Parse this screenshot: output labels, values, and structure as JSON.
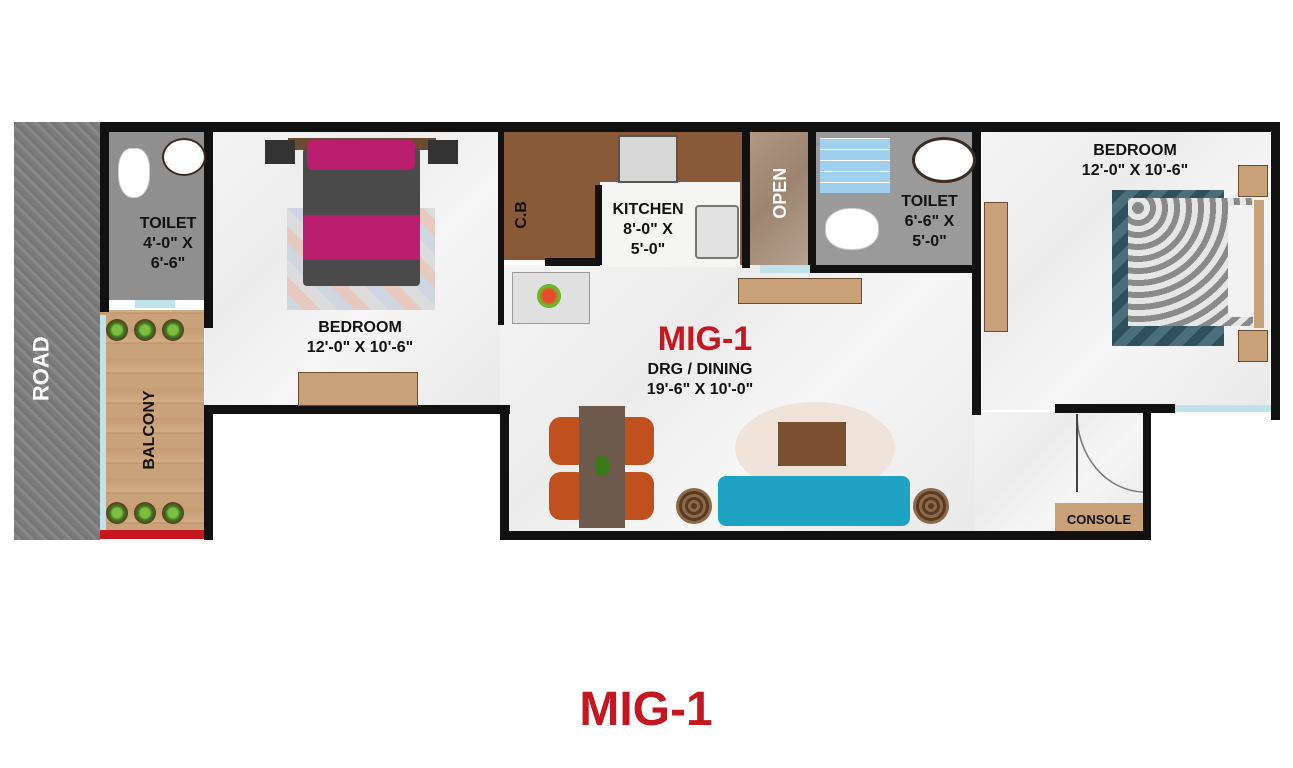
{
  "plan": {
    "road": "ROAD",
    "balcony": "BALCONY",
    "toilet_left": {
      "name": "TOILET",
      "dim1": "4'-0\" X",
      "dim2": "6'-6\""
    },
    "bedroom_left": {
      "name": "BEDROOM",
      "dim": "12'-0\" X 10'-6\""
    },
    "cb": "C.B",
    "kitchen": {
      "name": "KITCHEN",
      "dim1": "8'-0\" X",
      "dim2": "5'-0\""
    },
    "open": "OPEN",
    "toilet_right": {
      "name": "TOILET",
      "dim1": "6'-6\" X",
      "dim2": "5'-0\""
    },
    "bedroom_right": {
      "name": "BEDROOM",
      "dim": "12'-0\" X 10'-6\""
    },
    "unit_label": "MIG-1",
    "drg_dining": {
      "name": "DRG / DINING",
      "dim": "19'-6\" X 10'-0\""
    },
    "console": "CONSOLE"
  },
  "footer_title": "MIG-1",
  "colors": {
    "accent_red": "#c4171f",
    "wall": "#111111",
    "sofa": "#1ea3c2",
    "bed_pink": "#b81d6e",
    "chairs": "#c0511f"
  }
}
